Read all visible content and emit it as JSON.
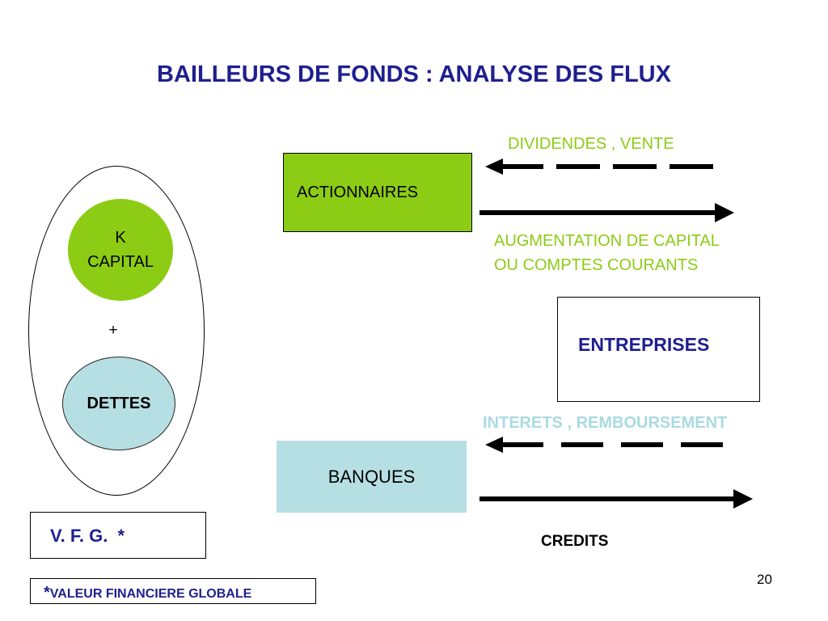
{
  "title": "BAILLEURS DE FONDS : ANALYSE DES FLUX",
  "circle_k": {
    "line1": "K",
    "line2": "CAPITAL"
  },
  "plus": "+",
  "circle_dettes": "DETTES",
  "actionnaires": "ACTIONNAIRES",
  "entreprises": "ENTREPRISES",
  "banques": "BANQUES",
  "flows": {
    "dividendes": "DIVIDENDES , VENTE",
    "augmentation_line1": "AUGMENTATION DE CAPITAL",
    "augmentation_line2": "OU COMPTES COURANTS",
    "interets": "INTERETS , REMBOURSEMENT",
    "credits": "CREDITS"
  },
  "vfg": "V. F. G.  *",
  "note": {
    "star": "*",
    "text": "VALEUR FINANCIERE GLOBALE"
  },
  "page_number": "20",
  "colors": {
    "green": "#8ccc14",
    "light_blue": "#b6dfe3",
    "navy": "#1f1f8f"
  }
}
